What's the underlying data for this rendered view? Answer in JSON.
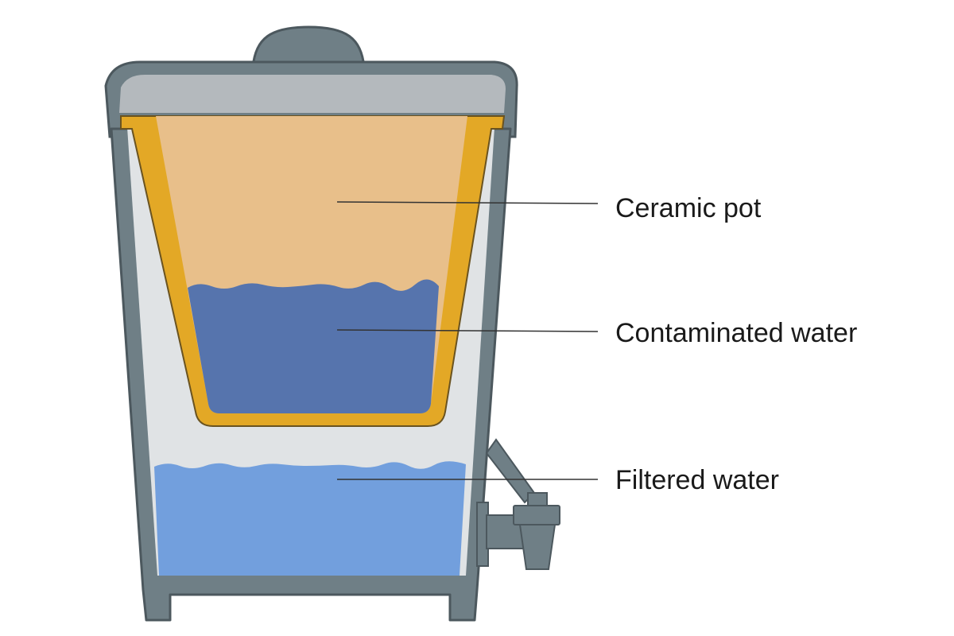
{
  "labels": {
    "ceramic_pot": "Ceramic pot",
    "contaminated_water": "Contaminated water",
    "filtered_water": "Filtered water"
  },
  "colors": {
    "container_body": "#6f7f86",
    "container_inner": "#e0e3e5",
    "lid": "#b4b9bd",
    "ceramic_pot_wall": "#e3a826",
    "ceramic_pot_fill": "#e8bf8a",
    "contaminated_water": "#5674ad",
    "filtered_water": "#729fdd",
    "leader_line": "#333333"
  },
  "icons": [
    "water-filter-container",
    "lid-knob",
    "spigot-tap"
  ]
}
